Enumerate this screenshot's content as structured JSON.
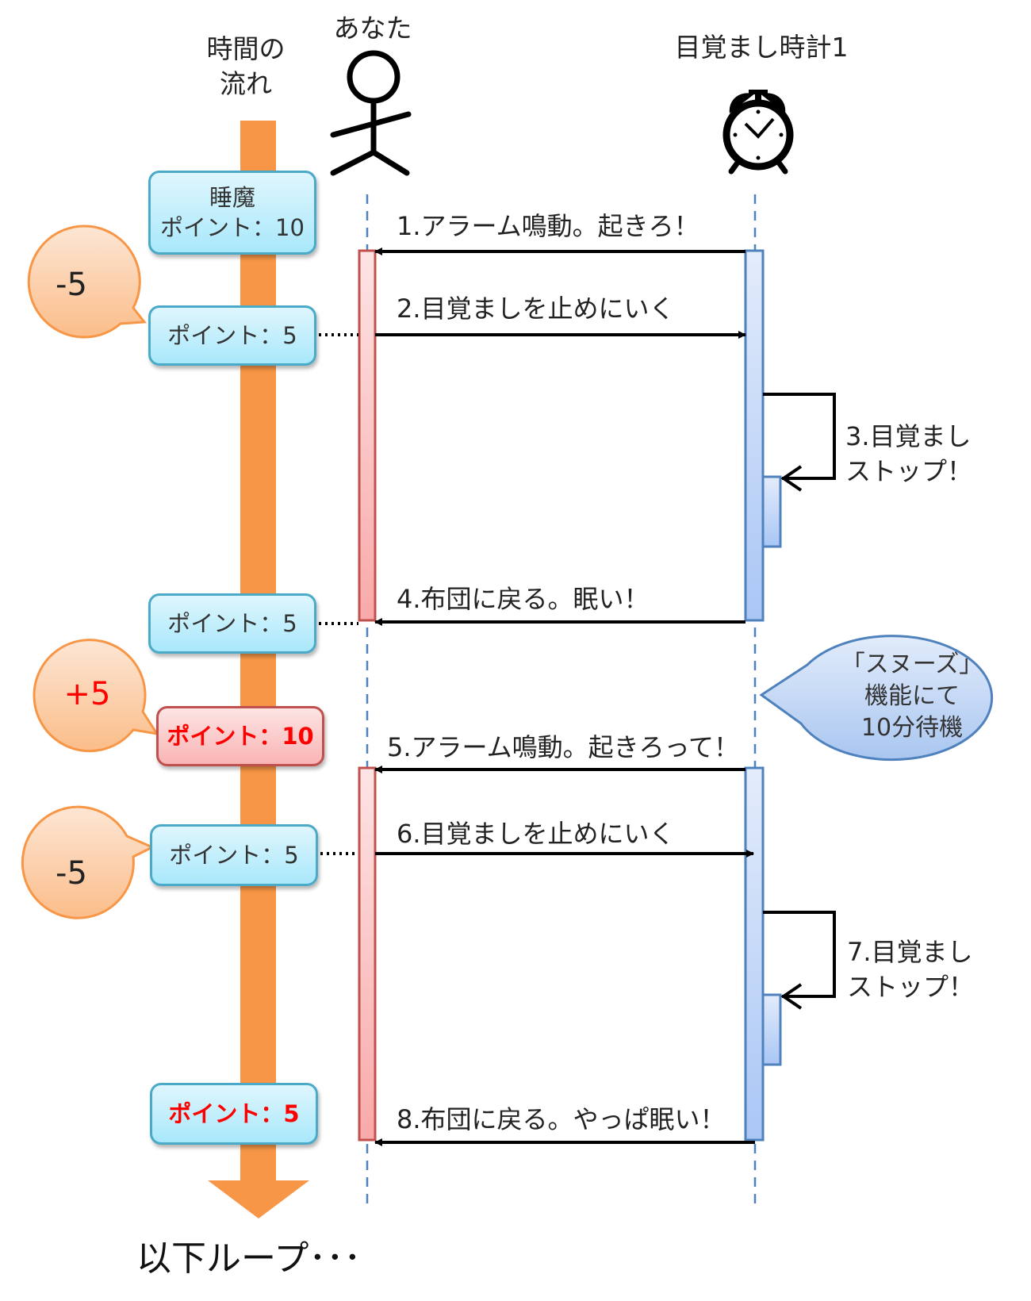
{
  "diagram": {
    "type": "sequence-diagram",
    "headers": {
      "time_flow": "時間の\n流れ",
      "actor_you": "あなた",
      "alarm_clock": "目覚まし時計1"
    },
    "icons": {
      "actor": "stick-figure-icon",
      "clock": "alarm-clock-icon"
    },
    "messages": [
      {
        "id": 1,
        "text": "1.アラーム鳴動。起きろ！",
        "from": "clock",
        "to": "you"
      },
      {
        "id": 2,
        "text": "2.目覚ましを止めにいく",
        "from": "you",
        "to": "clock"
      },
      {
        "id": 3,
        "text_line1": "3.目覚まし",
        "text_line2": "ストップ！",
        "from": "clock",
        "to": "clock"
      },
      {
        "id": 4,
        "text": "4.布団に戻る。眠い！",
        "from": "clock",
        "to": "you"
      },
      {
        "id": 5,
        "text": "5.アラーム鳴動。起きろって！",
        "from": "clock",
        "to": "you"
      },
      {
        "id": 6,
        "text": "6.目覚ましを止めにいく",
        "from": "you",
        "to": "clock"
      },
      {
        "id": 7,
        "text_line1": "7.目覚まし",
        "text_line2": "ストップ！",
        "from": "clock",
        "to": "clock"
      },
      {
        "id": 8,
        "text": "8.布団に戻る。やっぱ眠い！",
        "from": "clock",
        "to": "you"
      }
    ],
    "point_boxes": [
      {
        "line1": "睡魔",
        "line2": "ポイント：10",
        "style": "blue",
        "text_color": "normal"
      },
      {
        "line1": "ポイント：5",
        "style": "blue",
        "text_color": "normal"
      },
      {
        "line1": "ポイント：5",
        "style": "blue",
        "text_color": "normal"
      },
      {
        "line1": "ポイント：10",
        "style": "red",
        "text_color": "red"
      },
      {
        "line1": "ポイント：5",
        "style": "blue",
        "text_color": "normal"
      },
      {
        "line1": "ポイント：5",
        "style": "blue",
        "text_color": "red"
      }
    ],
    "delta_bubbles": [
      {
        "text": "-5",
        "color": "normal"
      },
      {
        "text": "+5",
        "color": "red"
      },
      {
        "text": "-5",
        "color": "normal"
      }
    ],
    "snooze_note": {
      "line1": "「スヌーズ」",
      "line2": "機能にて",
      "line3": "10分待機"
    },
    "footer": "以下ループ･･･",
    "colors": {
      "time_arrow": "#f79646",
      "actor_activation": "#f9b4b4",
      "actor_activation_border": "#c0504d",
      "clock_activation": "#aecbf7",
      "clock_activation_border": "#4f81bd",
      "point_box_border": "#4aaac8",
      "bubble_fill": "#fbc79a",
      "bubble_border": "#f79646",
      "note_fill": "#c6d9f5",
      "note_border": "#4f81bd",
      "lifeline": "#4f81bd",
      "highlight_text": "#ff0000"
    }
  }
}
